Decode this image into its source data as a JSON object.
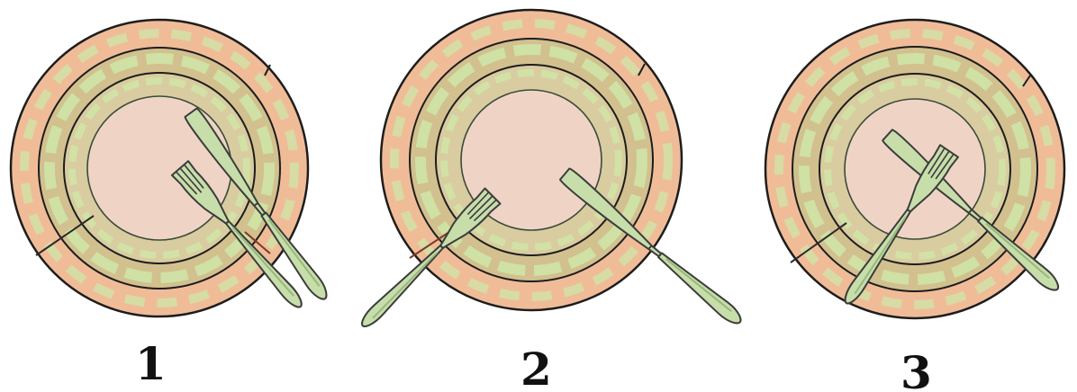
{
  "places": [
    {
      "number": "1"
    },
    {
      "number": "2"
    },
    {
      "number": "3"
    }
  ],
  "colors": {
    "plate_outer_ring": "#f0bc98",
    "plate_pattern": "#cfe6a8",
    "plate_rim_band": "#d2c08f",
    "plate_center": "#efd4c6",
    "plate_outline": "#1d1d1d",
    "cutlery_fill": "#c7deaa",
    "cutlery_outline": "#3c3c3c",
    "background": "#ffffff",
    "number_text": "#111111"
  }
}
